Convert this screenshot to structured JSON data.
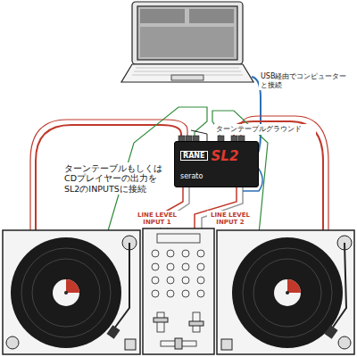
{
  "diagram": {
    "nodes": [
      {
        "text": [
          "RANE",
          "SL2",
          "serato"
        ]
      }
    ],
    "labels": [
      "USB経由でコンピューターと接続",
      "ターンテーブルグラウンド",
      "ターンテーブルもしくはCDプレイヤーの出力をSL2のINPUTSに接続",
      "LINE LEVEL INPUT 1",
      "LINE LEVEL INPUT 2"
    ]
  }
}
